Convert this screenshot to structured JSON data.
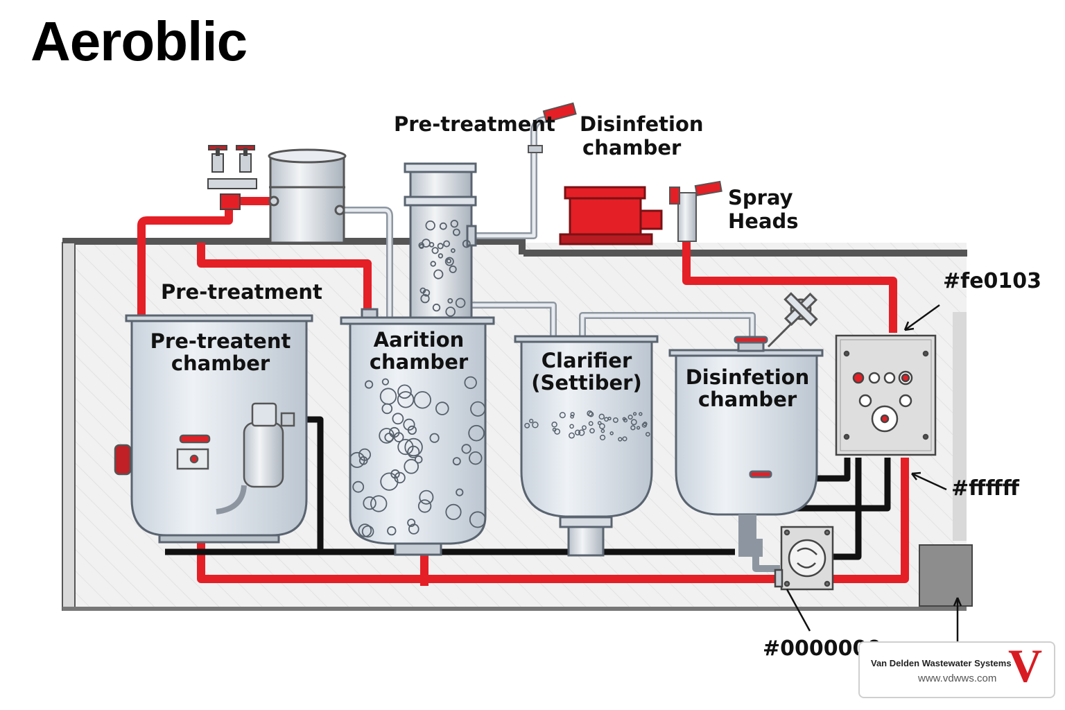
{
  "title": "Aeroblic",
  "labels": {
    "pretreatment_top": "Pre-treatment",
    "disinfection_top_line1": "Disinfetion",
    "disinfection_top_line2": "chamber",
    "spray_heads_line1": "Spray",
    "spray_heads_line2": "Heads",
    "pretreatment_left": "Pre-treatment",
    "hex_red": "#fe0103",
    "hex_white": "#ffffff",
    "hex_black": "#0000000"
  },
  "tanks": [
    {
      "id": "pretreatment",
      "line1": "Pre-treatent",
      "line2": "chamber"
    },
    {
      "id": "aeration",
      "line1": "Aarition",
      "line2": "chamber"
    },
    {
      "id": "clarifier",
      "line1": "Clarifier",
      "line2": "(Settiber)"
    },
    {
      "id": "disinfection",
      "line1": "Disinfetion",
      "line2": "chamber"
    }
  ],
  "badge": {
    "company": "Van Delden Wastewater Systems",
    "url": "www.vdwws.com",
    "logo": "V"
  },
  "colors": {
    "red_pipe": "#e41f26",
    "black_pipe": "#111111",
    "tank_fill": "#e3e9f0",
    "tank_stroke": "#5a6470",
    "ground": "#f0f0f0",
    "brand_red": "#d81b22"
  }
}
